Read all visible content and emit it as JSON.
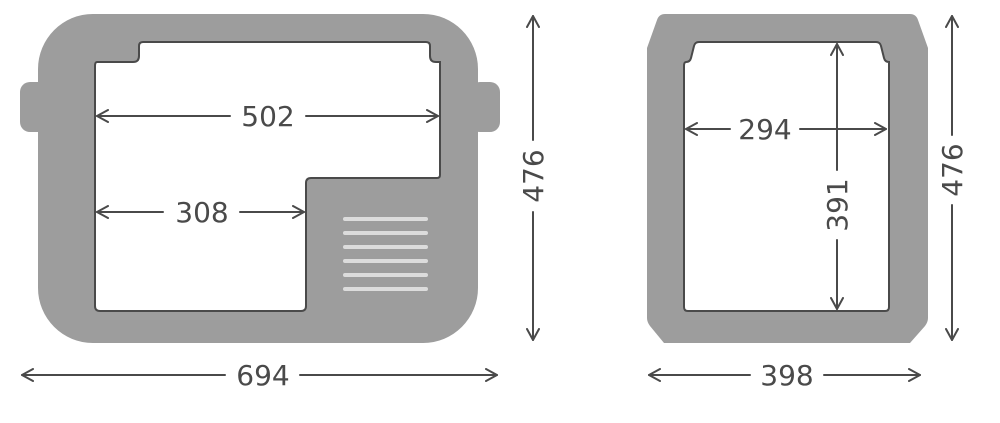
{
  "front_view": {
    "outer_width_label": "694",
    "outer_height_label": "476",
    "inner_top_width_label": "502",
    "inner_bottom_width_label": "308"
  },
  "side_view": {
    "outer_width_label": "398",
    "outer_height_label": "476",
    "inner_width_label": "294",
    "inner_height_label": "391"
  },
  "colors": {
    "body": "#9d9d9d",
    "line": "#4a4a4a",
    "vent": "#dcdcdc",
    "background": "#ffffff"
  }
}
